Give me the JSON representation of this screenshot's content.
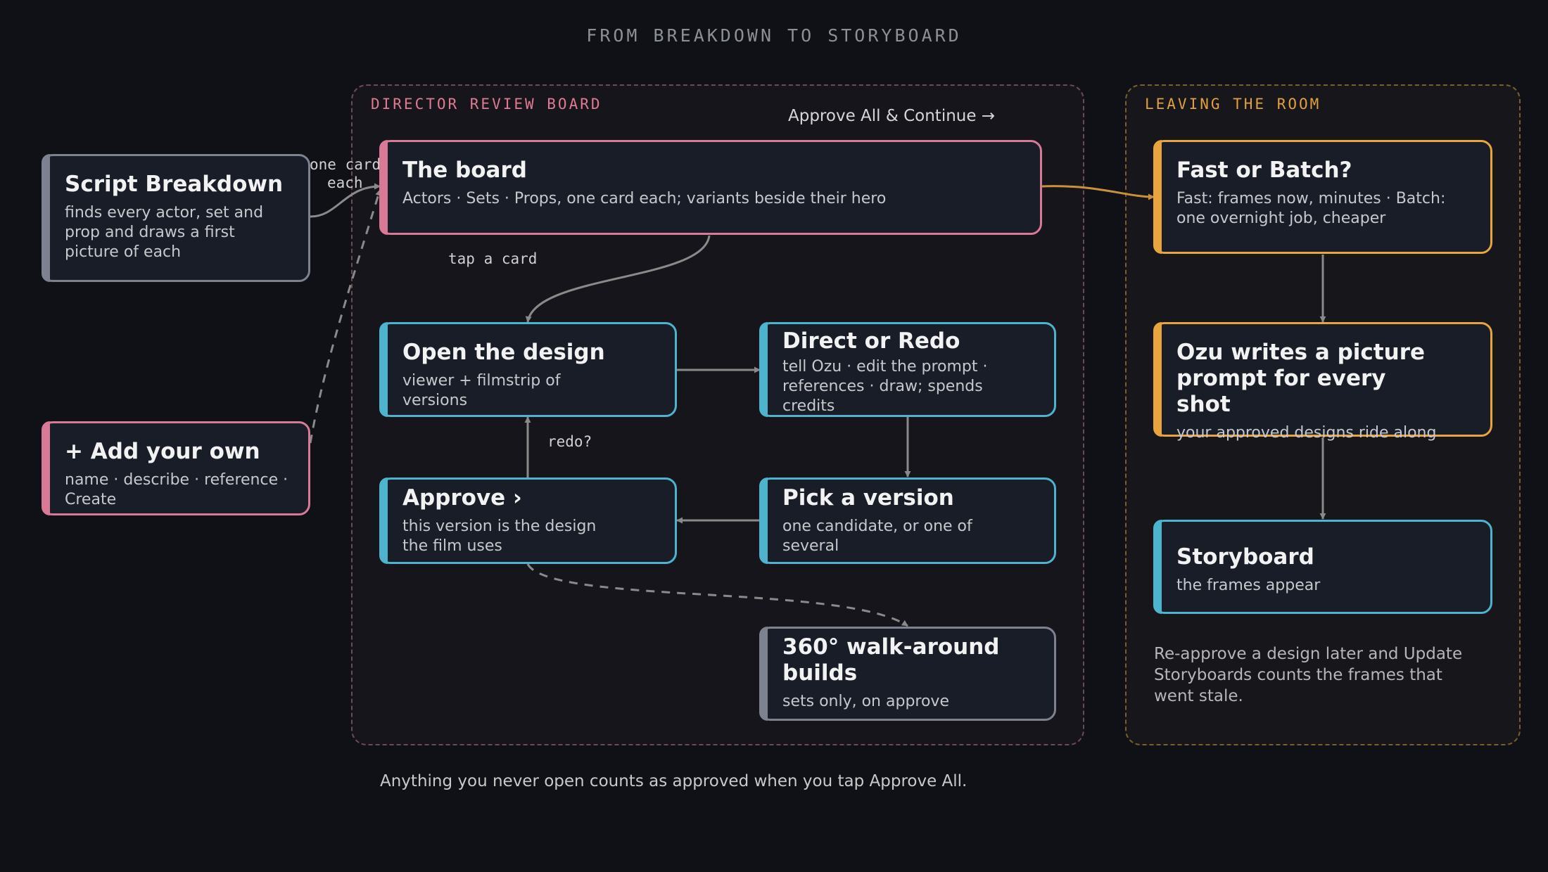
{
  "title": "FROM BREAKDOWN TO STORYBOARD",
  "regions": {
    "review": {
      "label": "DIRECTOR REVIEW BOARD",
      "action": "Approve All & Continue →"
    },
    "leaving": {
      "label": "LEAVING THE ROOM",
      "note": "Re-approve a design later and Update Storyboards counts the frames that went stale."
    }
  },
  "nodes": {
    "script_breakdown": {
      "title": "Script Breakdown",
      "desc": "finds every actor, set and prop and draws a first picture of each"
    },
    "add_your_own": {
      "title": "+ Add your own",
      "desc": "name · describe · reference · Create"
    },
    "the_board": {
      "title": "The board",
      "desc": "Actors · Sets · Props, one card each; variants beside their hero"
    },
    "open_design": {
      "title": "Open the design",
      "desc": "viewer + filmstrip of versions"
    },
    "direct_redo": {
      "title": "Direct or Redo",
      "desc": "tell Ozu · edit the prompt · references · draw; spends credits"
    },
    "approve": {
      "title": "Approve ›",
      "desc": "this version is the design the film uses"
    },
    "pick_version": {
      "title": "Pick a version",
      "desc": "one candidate, or one of several"
    },
    "walkaround": {
      "title": "360° walk-around builds",
      "desc": "sets only, on approve"
    },
    "fast_batch": {
      "title": "Fast or Batch?",
      "desc": "Fast: frames now, minutes · Batch: one overnight job, cheaper"
    },
    "ozu_writes": {
      "title": "Ozu writes a picture prompt for every shot",
      "desc": "your approved designs ride along"
    },
    "storyboard": {
      "title": "Storyboard",
      "desc": "the frames appear"
    }
  },
  "edge_labels": {
    "one_card": "one card",
    "each": "each",
    "tap_card": "tap a card",
    "redo": "redo?"
  },
  "footnote": "Anything you never open counts as approved when you tap Approve All.",
  "colors": {
    "background": "#0f1117",
    "gray": "#7d8290",
    "pink": "#d87a95",
    "cyan": "#4eb3cc",
    "amber": "#e8a43e",
    "arrow": "#8a8a8a"
  }
}
